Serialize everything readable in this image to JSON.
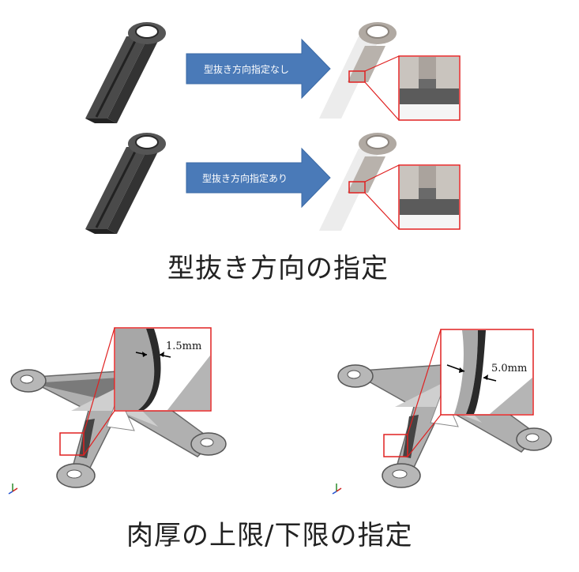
{
  "top_section": {
    "row1_arrow_label": "型抜き方向指定なし",
    "row2_arrow_label": "型抜き方向指定あり",
    "caption": "型抜き方向の指定"
  },
  "bottom_section": {
    "left_dimension": "1.5mm",
    "right_dimension": "5.0mm",
    "caption": "肉厚の上限/下限の指定"
  },
  "colors": {
    "arrow_fill": "#4a7ab8",
    "highlight_red": "#e02020",
    "part_dark": "#555555",
    "part_gray": "#a9a9a9"
  }
}
